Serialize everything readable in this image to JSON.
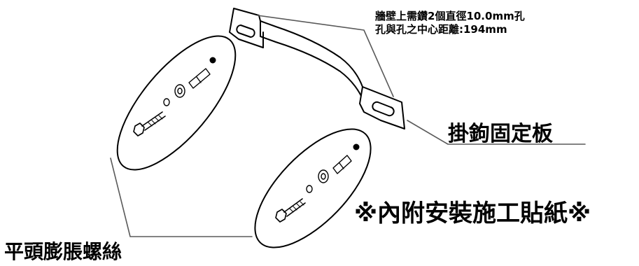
{
  "drill_note": {
    "line1": "牆壁上需鑽2個直徑10.0mm孔",
    "line2": "孔與孔之中心距離:194mm"
  },
  "bracket_label": "掛鉤固定板",
  "sticker_note": "※內附安裝施工貼紙※",
  "screws_label": "平頭膨脹螺絲",
  "colors": {
    "line": "#000000",
    "fill": "#ffffff",
    "callout": "#5a5a5a"
  }
}
